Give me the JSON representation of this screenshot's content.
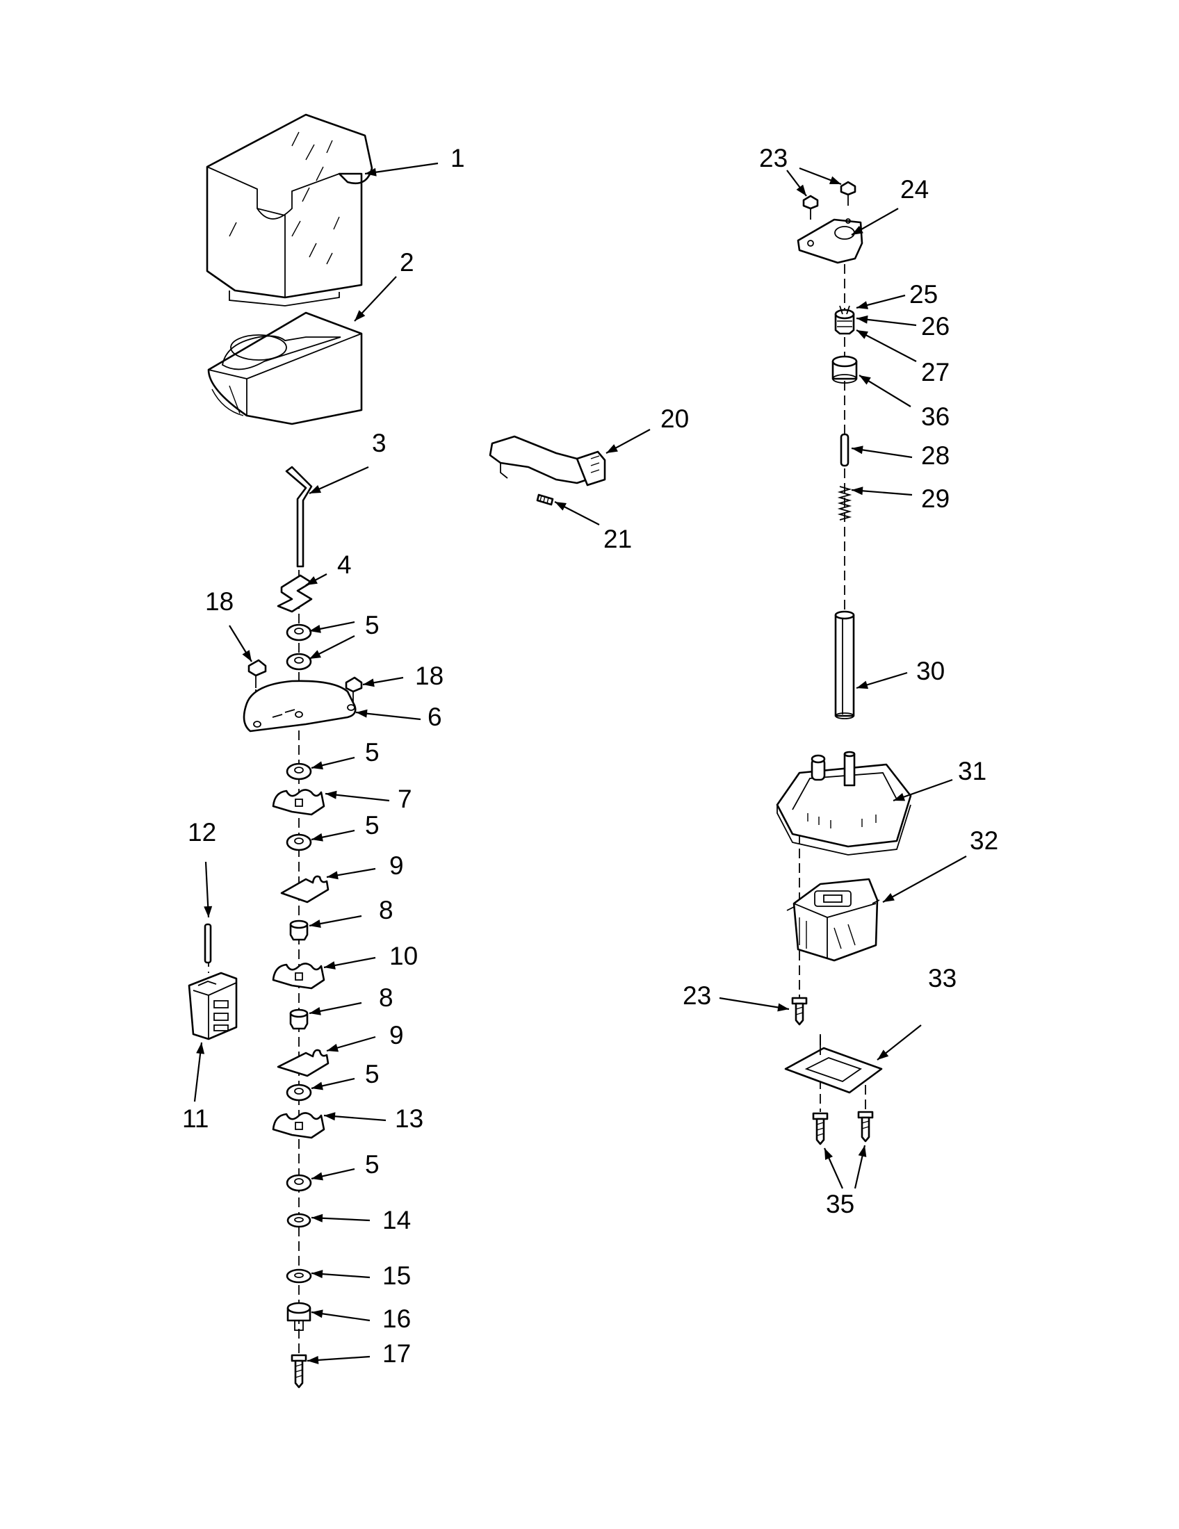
{
  "diagram": {
    "callouts": [
      {
        "id": "1",
        "text": "1"
      },
      {
        "id": "2",
        "text": "2"
      },
      {
        "id": "3",
        "text": "3"
      },
      {
        "id": "4",
        "text": "4"
      },
      {
        "id": "5a",
        "text": "5"
      },
      {
        "id": "5b",
        "text": "5"
      },
      {
        "id": "5c",
        "text": "5"
      },
      {
        "id": "5d",
        "text": "5"
      },
      {
        "id": "5e",
        "text": "5"
      },
      {
        "id": "6",
        "text": "6"
      },
      {
        "id": "7",
        "text": "7"
      },
      {
        "id": "8a",
        "text": "8"
      },
      {
        "id": "8b",
        "text": "8"
      },
      {
        "id": "9a",
        "text": "9"
      },
      {
        "id": "9b",
        "text": "9"
      },
      {
        "id": "10",
        "text": "10"
      },
      {
        "id": "11",
        "text": "11"
      },
      {
        "id": "12",
        "text": "12"
      },
      {
        "id": "13",
        "text": "13"
      },
      {
        "id": "14",
        "text": "14"
      },
      {
        "id": "15",
        "text": "15"
      },
      {
        "id": "16",
        "text": "16"
      },
      {
        "id": "17",
        "text": "17"
      },
      {
        "id": "18a",
        "text": "18"
      },
      {
        "id": "18b",
        "text": "18"
      },
      {
        "id": "20",
        "text": "20"
      },
      {
        "id": "21",
        "text": "21"
      },
      {
        "id": "23a",
        "text": "23"
      },
      {
        "id": "23b",
        "text": "23"
      },
      {
        "id": "24",
        "text": "24"
      },
      {
        "id": "25",
        "text": "25"
      },
      {
        "id": "26",
        "text": "26"
      },
      {
        "id": "27",
        "text": "27"
      },
      {
        "id": "28",
        "text": "28"
      },
      {
        "id": "29",
        "text": "29"
      },
      {
        "id": "30",
        "text": "30"
      },
      {
        "id": "31",
        "text": "31"
      },
      {
        "id": "32",
        "text": "32"
      },
      {
        "id": "33",
        "text": "33"
      },
      {
        "id": "35",
        "text": "35"
      },
      {
        "id": "36",
        "text": "36"
      }
    ]
  }
}
